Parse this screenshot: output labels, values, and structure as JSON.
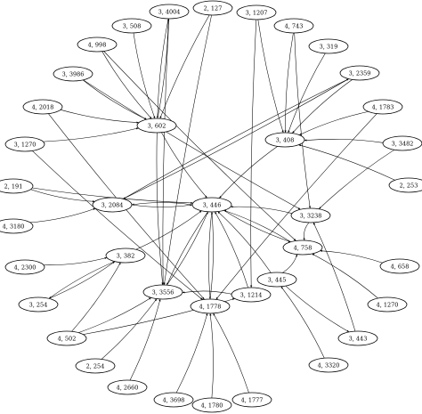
{
  "nodes": [
    {
      "id": "n0",
      "label": "3, 4004"
    },
    {
      "id": "n1",
      "label": "2, 127"
    },
    {
      "id": "n2",
      "label": "3, 508"
    },
    {
      "id": "n3",
      "label": "4, 998"
    },
    {
      "id": "n4",
      "label": "3, 3986"
    },
    {
      "id": "n5",
      "label": "4, 2018"
    },
    {
      "id": "n6",
      "label": "3, 602"
    },
    {
      "id": "n7",
      "label": "3, 1270"
    },
    {
      "id": "n8",
      "label": "2, 191"
    },
    {
      "id": "n9",
      "label": "3, 2084"
    },
    {
      "id": "n10",
      "label": "4, 3180"
    },
    {
      "id": "n11",
      "label": "3, 446"
    },
    {
      "id": "n12",
      "label": "3, 1207"
    },
    {
      "id": "n13",
      "label": "4, 743"
    },
    {
      "id": "n14",
      "label": "3, 319"
    },
    {
      "id": "n15",
      "label": "3, 2359"
    },
    {
      "id": "n16",
      "label": "4, 1783"
    },
    {
      "id": "n17",
      "label": "3, 408"
    },
    {
      "id": "n18",
      "label": "3, 3482"
    },
    {
      "id": "n19",
      "label": "2, 253"
    },
    {
      "id": "n20",
      "label": "3, 3238"
    },
    {
      "id": "n21",
      "label": "4, 758"
    },
    {
      "id": "n22",
      "label": "4, 658"
    },
    {
      "id": "n23",
      "label": "4, 2300"
    },
    {
      "id": "n24",
      "label": "3, 382"
    },
    {
      "id": "n25",
      "label": "3, 3556"
    },
    {
      "id": "n26",
      "label": "3, 1214"
    },
    {
      "id": "n27",
      "label": "3, 445"
    },
    {
      "id": "n28",
      "label": "4, 1270"
    },
    {
      "id": "n29",
      "label": "3, 254"
    },
    {
      "id": "n30",
      "label": "4, 1778"
    },
    {
      "id": "n31",
      "label": "4, 502"
    },
    {
      "id": "n32",
      "label": "3, 443"
    },
    {
      "id": "n33",
      "label": "2, 254"
    },
    {
      "id": "n34",
      "label": "4, 3320"
    },
    {
      "id": "n35",
      "label": "4, 2660"
    },
    {
      "id": "n36",
      "label": "4, 3698"
    },
    {
      "id": "n37",
      "label": "4, 1780"
    },
    {
      "id": "n38",
      "label": "4, 1777"
    }
  ],
  "edges": [
    [
      "n0",
      "n6"
    ],
    [
      "n6",
      "n0"
    ],
    [
      "n0",
      "n25"
    ],
    [
      "n1",
      "n6"
    ],
    [
      "n1",
      "n25"
    ],
    [
      "n2",
      "n6"
    ],
    [
      "n3",
      "n6"
    ],
    [
      "n3",
      "n21"
    ],
    [
      "n4",
      "n6"
    ],
    [
      "n4",
      "n20"
    ],
    [
      "n5",
      "n6"
    ],
    [
      "n5",
      "n30"
    ],
    [
      "n7",
      "n6"
    ],
    [
      "n7",
      "n30"
    ],
    [
      "n8",
      "n9"
    ],
    [
      "n8",
      "n11"
    ],
    [
      "n10",
      "n9"
    ],
    [
      "n9",
      "n11"
    ],
    [
      "n11",
      "n9"
    ],
    [
      "n9",
      "n15"
    ],
    [
      "n6",
      "n11"
    ],
    [
      "n6",
      "n25"
    ],
    [
      "n12",
      "n17"
    ],
    [
      "n12",
      "n26"
    ],
    [
      "n13",
      "n17"
    ],
    [
      "n13",
      "n20"
    ],
    [
      "n14",
      "n17"
    ],
    [
      "n15",
      "n17"
    ],
    [
      "n15",
      "n9"
    ],
    [
      "n16",
      "n17"
    ],
    [
      "n16",
      "n30"
    ],
    [
      "n18",
      "n17"
    ],
    [
      "n18",
      "n20"
    ],
    [
      "n19",
      "n17"
    ],
    [
      "n17",
      "n11"
    ],
    [
      "n20",
      "n11"
    ],
    [
      "n21",
      "n11"
    ],
    [
      "n11",
      "n21"
    ],
    [
      "n22",
      "n21"
    ],
    [
      "n23",
      "n24"
    ],
    [
      "n24",
      "n11"
    ],
    [
      "n24",
      "n29"
    ],
    [
      "n25",
      "n11"
    ],
    [
      "n11",
      "n25"
    ],
    [
      "n26",
      "n11"
    ],
    [
      "n26",
      "n25"
    ],
    [
      "n27",
      "n11"
    ],
    [
      "n27",
      "n32"
    ],
    [
      "n28",
      "n21"
    ],
    [
      "n29",
      "n24"
    ],
    [
      "n30",
      "n11"
    ],
    [
      "n11",
      "n30"
    ],
    [
      "n31",
      "n25"
    ],
    [
      "n31",
      "n26"
    ],
    [
      "n31",
      "n24"
    ],
    [
      "n32",
      "n20"
    ],
    [
      "n33",
      "n25"
    ],
    [
      "n34",
      "n27"
    ],
    [
      "n35",
      "n25"
    ],
    [
      "n36",
      "n30"
    ],
    [
      "n37",
      "n30"
    ],
    [
      "n38",
      "n30"
    ],
    [
      "n20",
      "n21"
    ],
    [
      "n27",
      "n21"
    ]
  ]
}
